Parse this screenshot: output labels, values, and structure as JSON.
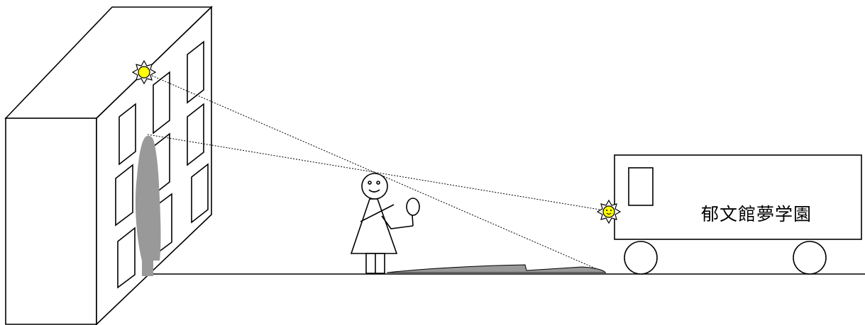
{
  "truck": {
    "label": "郁文館夢学園"
  },
  "colors": {
    "line": "#000000",
    "shadow": "#999999",
    "light_fill": "#ffff00",
    "background": "#ffffff"
  },
  "icons": {
    "light_source": "sun-icon",
    "person": "stick-figure",
    "held_object": "round-card"
  }
}
